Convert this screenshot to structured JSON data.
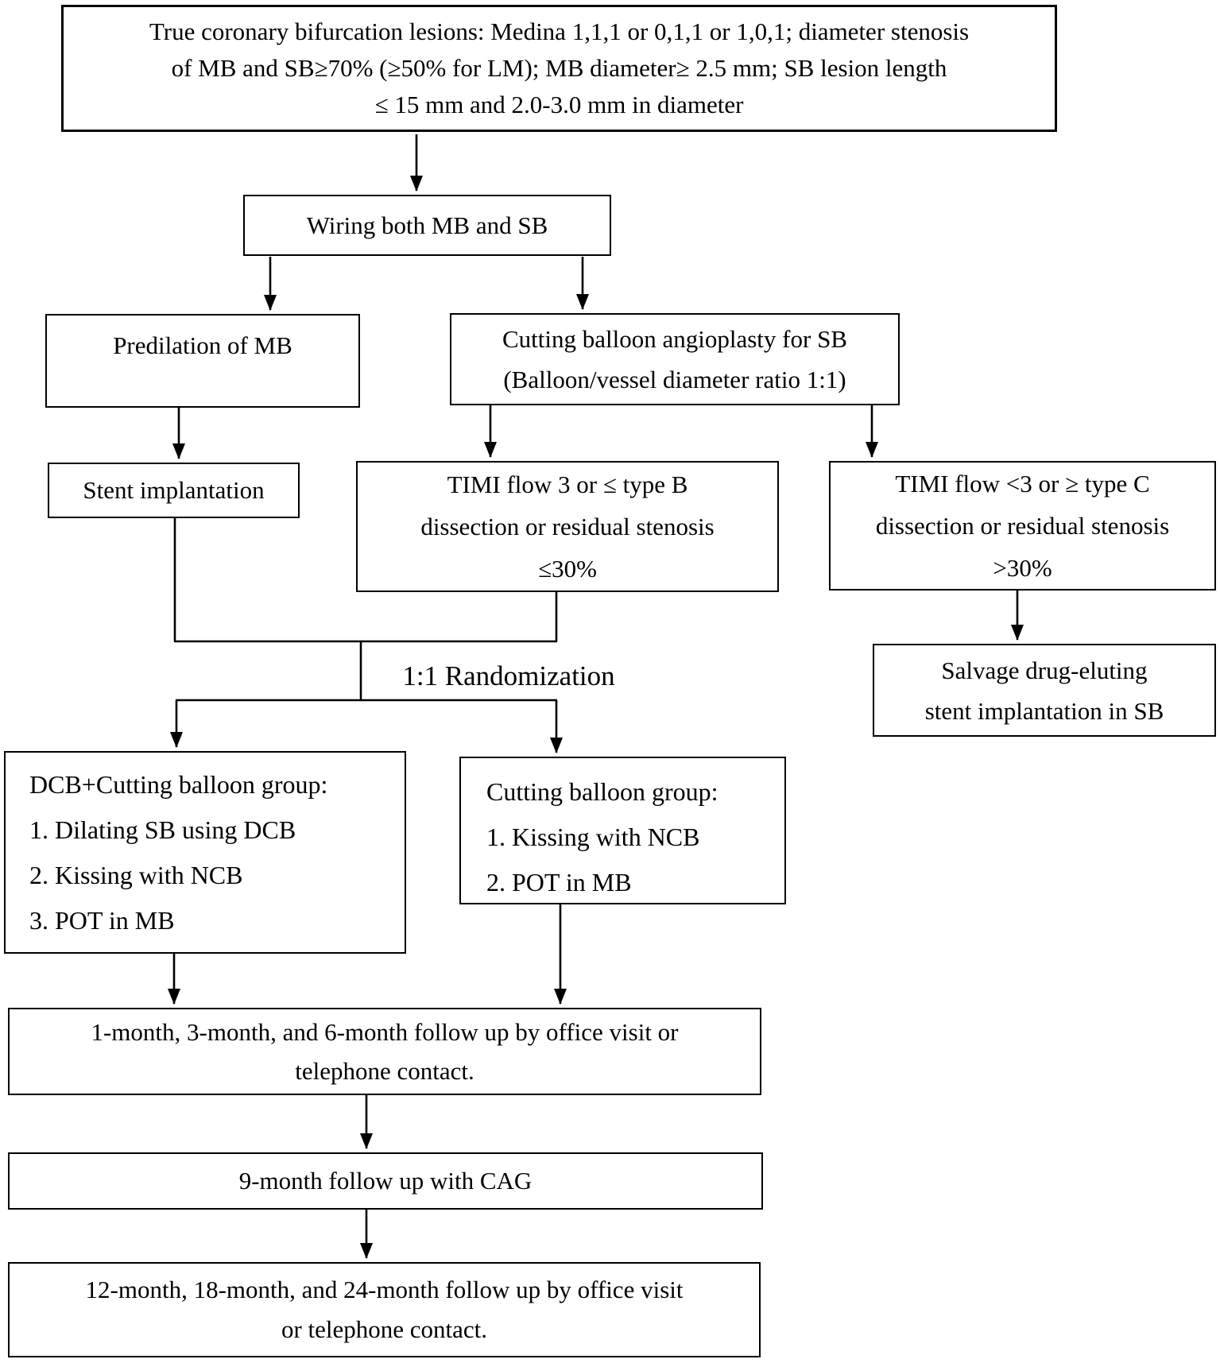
{
  "diagram": {
    "background": "#ffffff",
    "line_color": "#000000",
    "text_color": "#000000",
    "nodes": {
      "inclusion": {
        "text": "True coronary bifurcation lesions: Medina 1,1,1 or 0,1,1 or 1,0,1; diameter stenosis\nof MB and SB≥70% (≥50% for LM); MB diameter≥ 2.5 mm; SB lesion length\n≤ 15 mm and 2.0-3.0 mm in diameter"
      },
      "wiring": {
        "text": "Wiring both MB and SB"
      },
      "predilation": {
        "text": "Predilation of MB"
      },
      "cutting_balloon": {
        "text": "Cutting balloon angioplasty for SB\n(Balloon/vessel diameter ratio 1:1)"
      },
      "stent": {
        "text": "Stent implantation"
      },
      "timi_good": {
        "text": "TIMI flow 3 or ≤ type B\ndissection or residual stenosis\n≤30%"
      },
      "timi_poor": {
        "text": "TIMI flow <3 or ≥ type C\ndissection or residual stenosis\n>30%"
      },
      "salvage": {
        "text": "Salvage drug-eluting\nstent implantation in SB"
      },
      "dcb_group": {
        "text": "DCB+Cutting balloon group:\n1. Dilating SB using DCB\n2. Kissing with NCB\n3. POT in MB"
      },
      "cb_group": {
        "text": "Cutting balloon group:\n1. Kissing with NCB\n2. POT in MB"
      },
      "followup_1_3_6": {
        "text": "1-month, 3-month, and 6-month follow up by office visit or\ntelephone contact."
      },
      "followup_9": {
        "text": "9-month follow up with CAG"
      },
      "followup_12_18_24": {
        "text": "12-month, 18-month, and 24-month follow up by office visit\nor telephone contact."
      }
    },
    "labels": {
      "randomization": "1:1 Randomization"
    }
  }
}
